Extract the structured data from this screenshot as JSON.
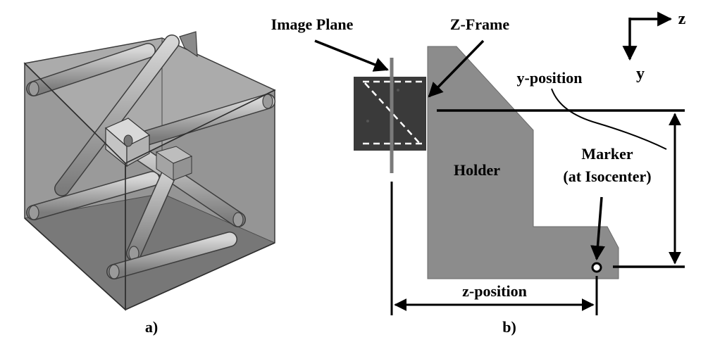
{
  "panel_a": {
    "caption": "a)"
  },
  "panel_b": {
    "caption": "b)",
    "labels": {
      "image_plane": "Image Plane",
      "z_frame": "Z-Frame",
      "y_position": "y-position",
      "holder": "Holder",
      "marker_line1": "Marker",
      "marker_line2": "(at Isocenter)",
      "z_position": "z-position"
    },
    "axes": {
      "z": "z",
      "y": "y"
    }
  },
  "colors": {
    "cube_fill": "#8f8f8f",
    "cube_edge": "#3a3a3a",
    "rod_fill": "#b4b4b4",
    "holder_fill": "#8c8c8c",
    "zframe_fill": "#3a3a3a",
    "image_plane": "#7a7a7a",
    "dashed_line": "#ffffff",
    "ink": "#000000"
  }
}
